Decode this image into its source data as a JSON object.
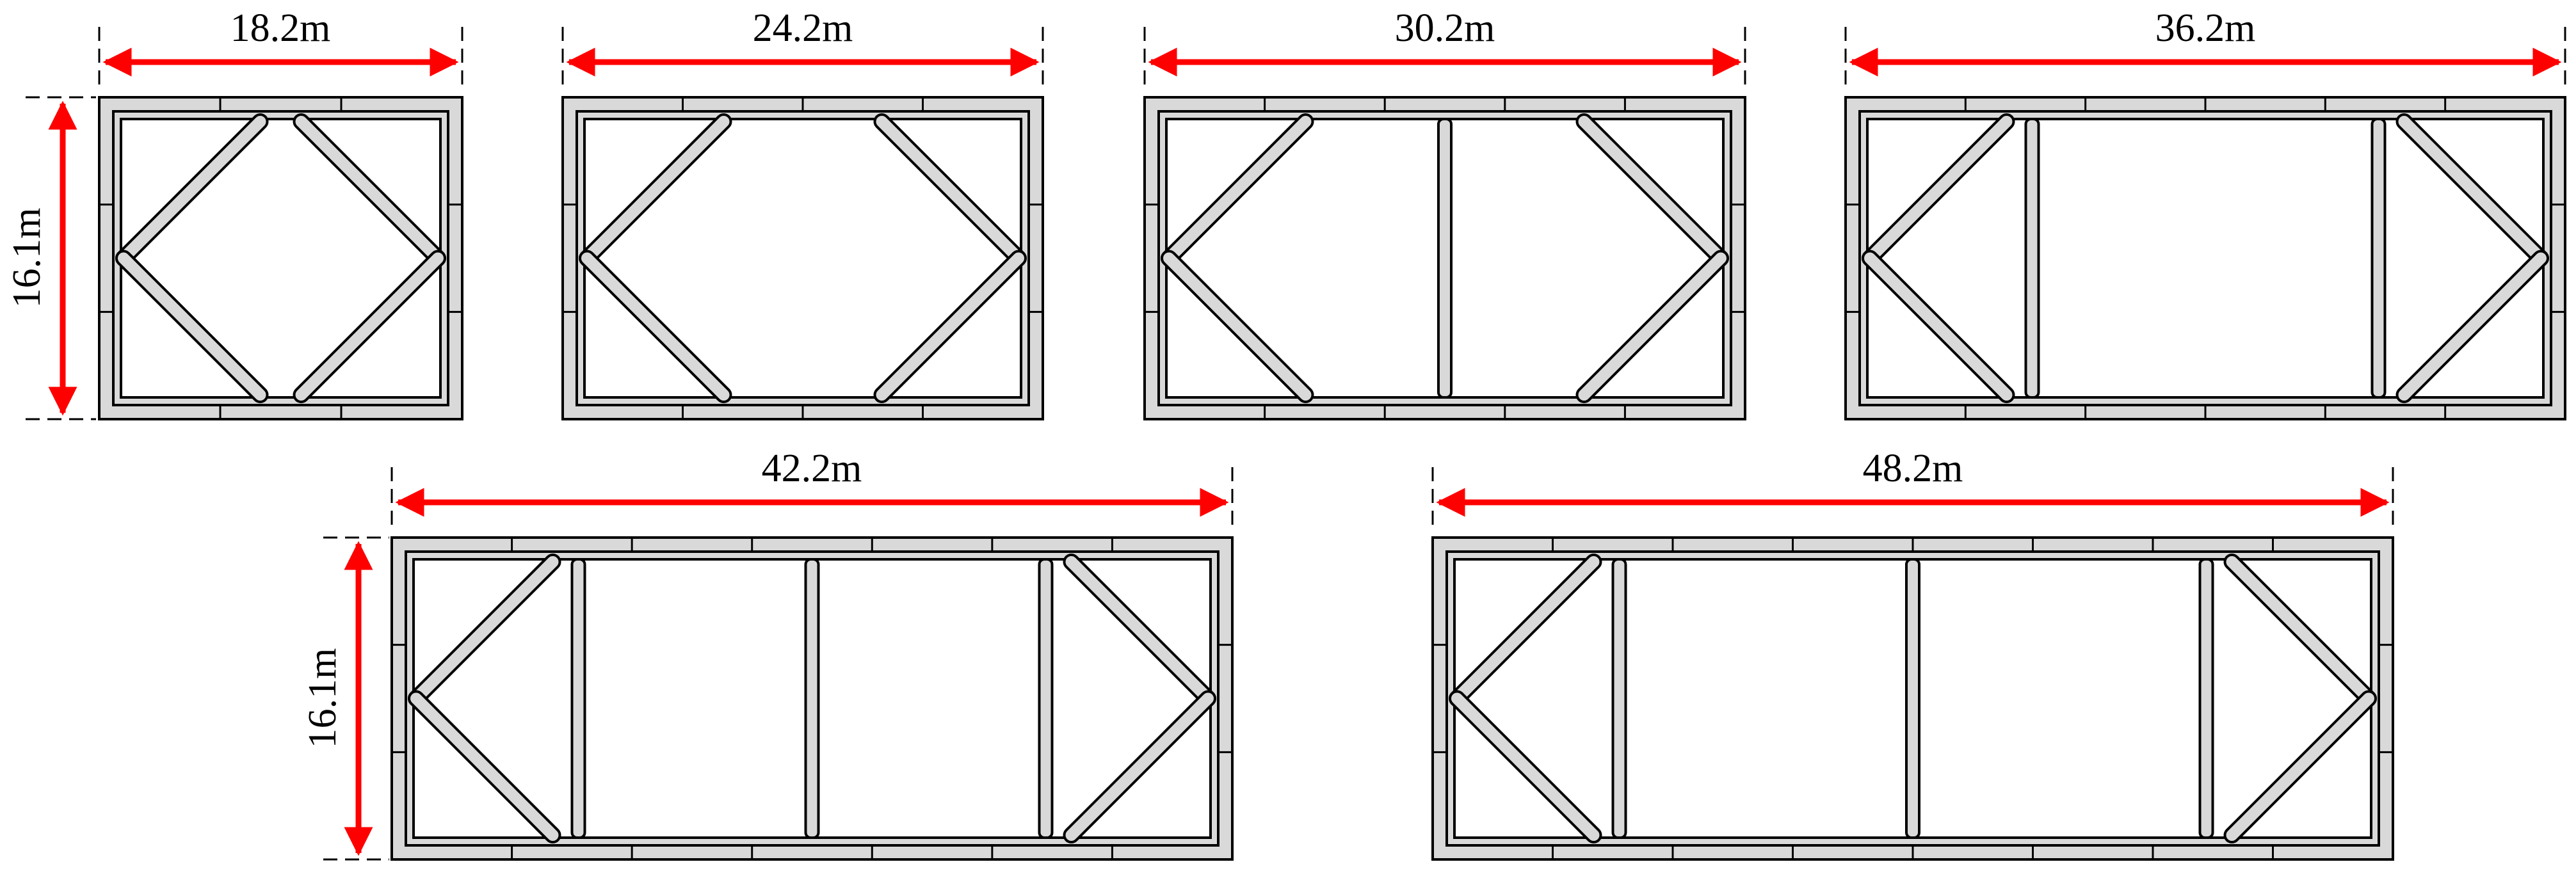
{
  "diagram": {
    "colors": {
      "dimension": "#ff0000",
      "wall_fill": "#d9d9d9",
      "stroke": "#000000",
      "background": "#ffffff"
    },
    "height_labels": [
      "16.1m",
      "16.1m"
    ],
    "sections": [
      {
        "width_label": "18.2m",
        "width_m": 18.2,
        "height_m": 16.1,
        "inner_columns": 0
      },
      {
        "width_label": "24.2m",
        "width_m": 24.2,
        "height_m": 16.1,
        "inner_columns": 0
      },
      {
        "width_label": "30.2m",
        "width_m": 30.2,
        "height_m": 16.1,
        "inner_columns": 1
      },
      {
        "width_label": "36.2m",
        "width_m": 36.2,
        "height_m": 16.1,
        "inner_columns": 2
      },
      {
        "width_label": "42.2m",
        "width_m": 42.2,
        "height_m": 16.1,
        "inner_columns": 3
      },
      {
        "width_label": "48.2m",
        "width_m": 48.2,
        "height_m": 16.1,
        "inner_columns": 3
      }
    ]
  }
}
